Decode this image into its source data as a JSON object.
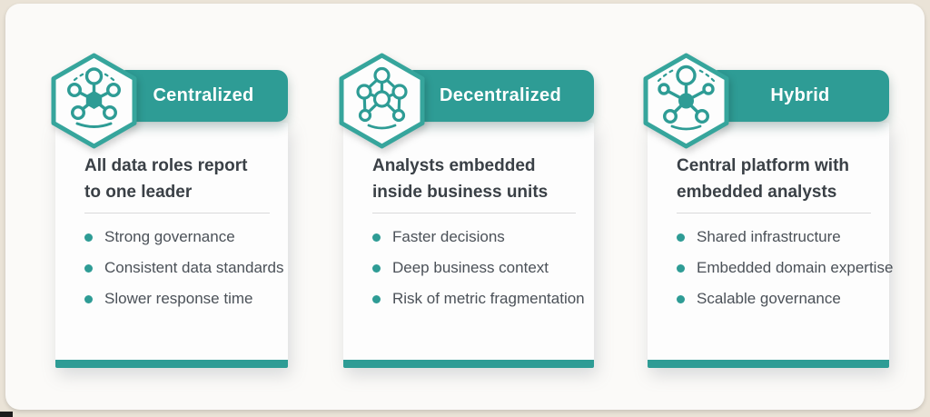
{
  "theme": {
    "accent_teal": "#2e9c95",
    "hexagon_stroke": "#36a59c",
    "canvas_background": "#fbfaf8",
    "frame_background": "#eae3d7",
    "card_background": "#fdfdfd",
    "heading_text": "#ffffff",
    "subtitle_text": "#3a4046",
    "bullet_text": "#4b5158",
    "divider": "#d9dadb"
  },
  "cards": [
    {
      "title": "Centralized",
      "icon": "centralized-hub-network-icon",
      "subtitle": "All data roles report\nto one leader",
      "bullets": [
        "Strong governance",
        "Consistent data standards",
        "Slower response time"
      ]
    },
    {
      "title": "Decentralized",
      "icon": "decentralized-mesh-network-icon",
      "subtitle": "Analysts embedded\ninside business units",
      "bullets": [
        "Faster decisions",
        "Deep business context",
        "Risk of metric fragmentation"
      ]
    },
    {
      "title": "Hybrid",
      "icon": "hybrid-network-icon",
      "subtitle": "Central platform with\nembedded analysts",
      "bullets": [
        "Shared infrastructure",
        "Embedded domain expertise",
        "Scalable governance"
      ]
    }
  ]
}
